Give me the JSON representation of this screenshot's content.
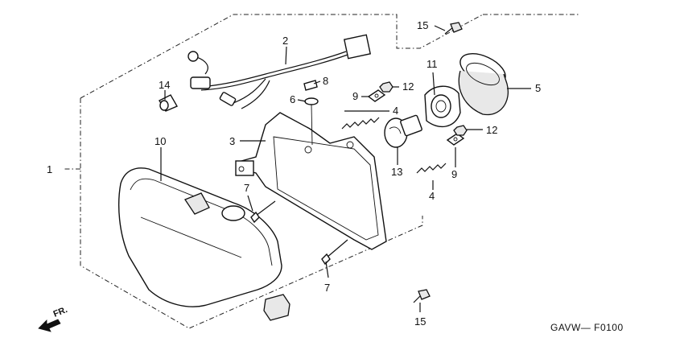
{
  "callouts": {
    "c1": "1",
    "c2": "2",
    "c3": "3",
    "c4a": "4",
    "c4b": "4",
    "c5": "5",
    "c6": "6",
    "c7a": "7",
    "c7b": "7",
    "c8": "8",
    "c9a": "9",
    "c9b": "9",
    "c10": "10",
    "c11": "11",
    "c12a": "12",
    "c12b": "12",
    "c13": "13",
    "c14": "14",
    "c15a": "15",
    "c15b": "15"
  },
  "front_marker": "FR.",
  "diagram_code": "GAVW— F0100"
}
